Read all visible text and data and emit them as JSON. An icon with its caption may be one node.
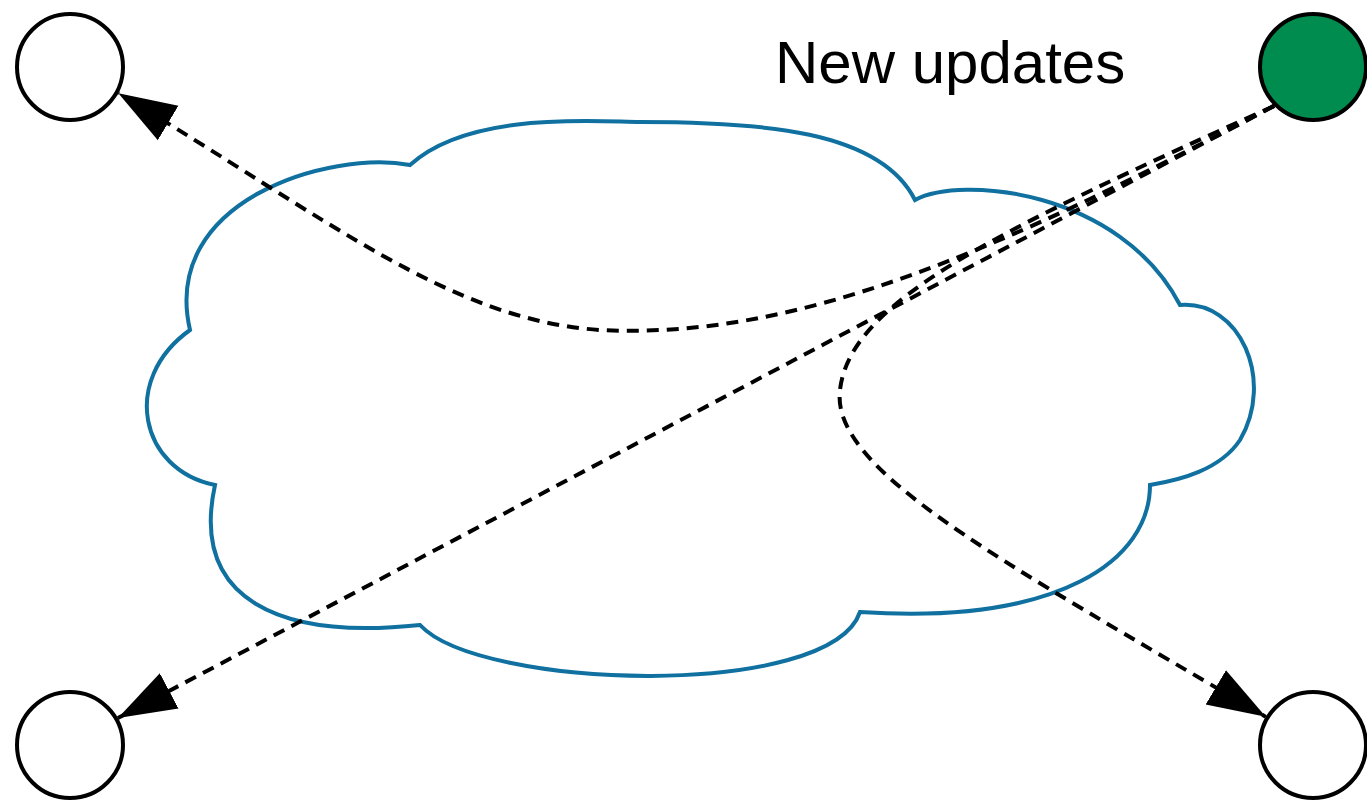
{
  "diagram": {
    "nodes": [
      {
        "text": [],
        "shape": "circle"
      },
      {
        "text": [],
        "shape": "circle",
        "beside": [
          "New updates"
        ]
      },
      {
        "text": [],
        "shape": "circle"
      },
      {
        "text": [],
        "shape": "circle"
      }
    ],
    "edges": [
      {
        "from": 1,
        "to": 0,
        "arrow": "to",
        "style": "dashed"
      },
      {
        "from": 1,
        "to": 2,
        "arrow": "to",
        "style": "dashed"
      },
      {
        "from": 1,
        "to": 3,
        "arrow": "to",
        "style": "dashed"
      }
    ]
  }
}
